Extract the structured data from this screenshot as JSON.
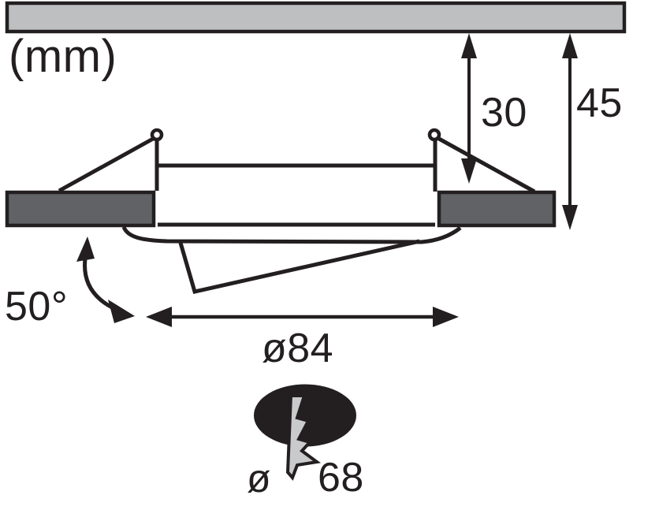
{
  "drawing": {
    "unit_label": "(mm)",
    "dim_recess_depth": "30",
    "dim_total_depth": "45",
    "dim_tilt_angle": "50°",
    "dim_outer_diameter": "ø84",
    "cutout_symbol": "ø",
    "cutout_value": "68"
  },
  "colors": {
    "line": "#231f20",
    "ceiling_fill": "#bdbfc1",
    "flange_fill": "#616265",
    "symbol_fill": "#231f20",
    "bolt_fill": "#c9cacc",
    "background": "#ffffff"
  },
  "icons": {
    "cutout_hole": "cutout-hole-icon",
    "lightning_bolt": "lightning-bolt-icon",
    "spring_clip": "spring-clip"
  }
}
